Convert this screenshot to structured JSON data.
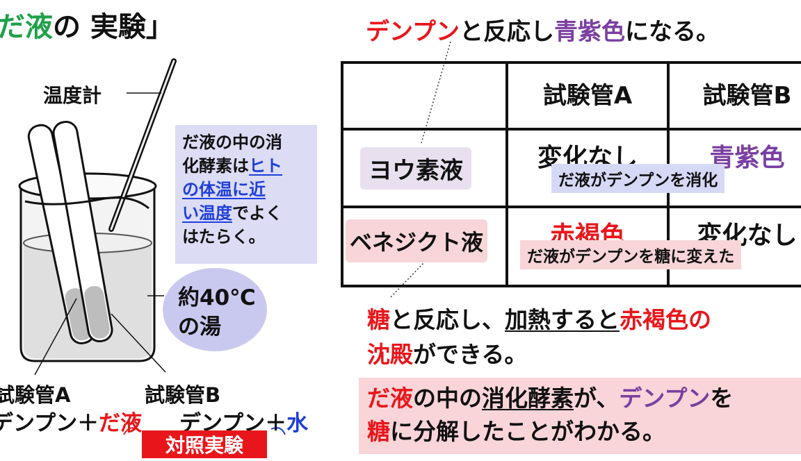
{
  "title": {
    "part1": "だ液",
    "part2": "の 実験」"
  },
  "starch_line": {
    "part1": "デンプン",
    "part2": "と反応し",
    "part3": "青紫色",
    "part4": "になる。"
  },
  "table": {
    "headers": [
      "試験管A",
      "試験管B"
    ],
    "rows": [
      {
        "label": "ヨウ素液",
        "a": "変化なし",
        "b": "青紫色",
        "note": "だ液がデンプンを消化"
      },
      {
        "label": "ベネジクト液",
        "a": "赤褐色",
        "b": "変化なし",
        "note": "だ液がデンプンを糖に変えた"
      }
    ]
  },
  "sugar_line": {
    "s1": "糖",
    "s2": "と反応し、",
    "s3": "加熱すると",
    "s4": "赤褐色の",
    "s5": "沈殿",
    "s6": "ができる。"
  },
  "conclusion": {
    "c1": "だ液",
    "c2": "の中の",
    "c3": "消化酵素",
    "c4": "が、",
    "c5": "デンプン",
    "c6": "を",
    "c7": "糖",
    "c8": "に分解したことがわかる。"
  },
  "apparatus": {
    "thermometer_label": "温度計",
    "saliva_note": {
      "t1": "だ液の中の消",
      "t2": "化酵素は",
      "t3": "ヒト",
      "t4": "の体温に近",
      "t5": "い温度",
      "t6": "でよく",
      "t7": "はたらく。"
    },
    "water_bubble": {
      "l1": "約40℃",
      "l2": "の湯"
    },
    "tube_a_label": "試験管A",
    "tube_b_label": "試験管B",
    "mix_a": {
      "m1": "デンプン＋",
      "m2": "だ液"
    },
    "mix_b": {
      "m1": "デンプン＋",
      "m2": "水"
    },
    "control_label": "対照実験"
  },
  "colors": {
    "red": "#e8161b",
    "purple": "#7a3fa0",
    "green": "#1fa04a",
    "blue": "#1f3fd8"
  }
}
